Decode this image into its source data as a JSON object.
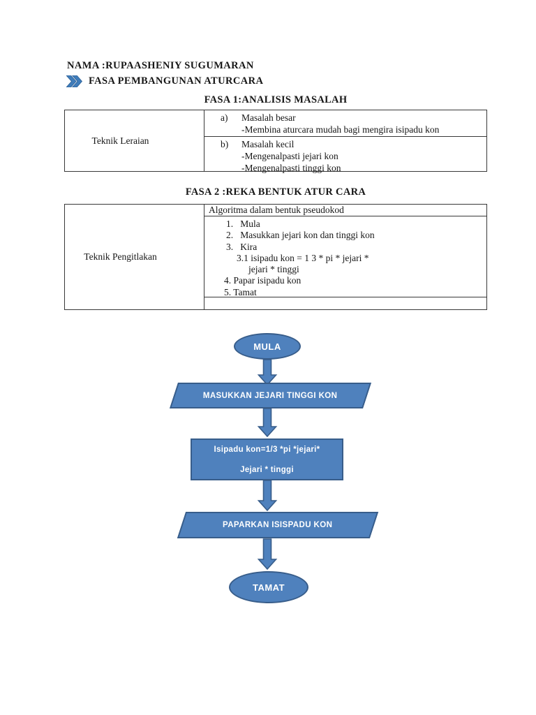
{
  "header": {
    "name_line": "NAMA :RUPAASHENIY SUGUMARAN",
    "section_label": "FASA PEMBANGUNAN ATURCARA",
    "bullet_icon": "double-chevron-right"
  },
  "fasa1": {
    "title": "FASA 1:ANALISIS MASALAH",
    "table": {
      "row_label": "Teknik Leraian",
      "items": [
        {
          "marker": "a)",
          "line1": "Masalah besar",
          "line2": "-Membina aturcara mudah bagi mengira isipadu kon"
        },
        {
          "marker": "b)",
          "line1": "Masalah kecil",
          "line2": "-Mengenalpasti jejari kon",
          "line3": "-Mengenalpasti tinggi kon"
        }
      ]
    }
  },
  "fasa2": {
    "title": "FASA 2 :REKA BENTUK ATUR CARA",
    "table": {
      "row_label": "Teknik Pengitlakan",
      "header": "Algoritma dalam bentuk pseudokod",
      "lines": [
        "1.   Mula",
        "2.   Masukkan jejari kon dan tinggi kon",
        "3.   Kira",
        "3.1 isipadu kon = 1 3 * pi * jejari *",
        "jejari * tinggi",
        "4. Papar isipadu kon",
        "5. Tamat"
      ]
    }
  },
  "flowchart": {
    "start": "MULA",
    "input": "MASUKKAN JEJARI TINGGI KON",
    "process_line1": "Isipadu kon=1/3 *pi *jejari*",
    "process_line2": "Jejari * tinggi",
    "output": "PAPARKAN ISISPADU KON",
    "end": "TAMAT"
  },
  "colors": {
    "shape_fill": "#4f81bd",
    "shape_border": "#385d8a",
    "shape_text": "#ffffff",
    "chevron_blue": "#3f7cba",
    "chevron_edge": "#2c5f94",
    "table_border": "#383838",
    "text": "#161616",
    "page_background": "#ffffff"
  }
}
